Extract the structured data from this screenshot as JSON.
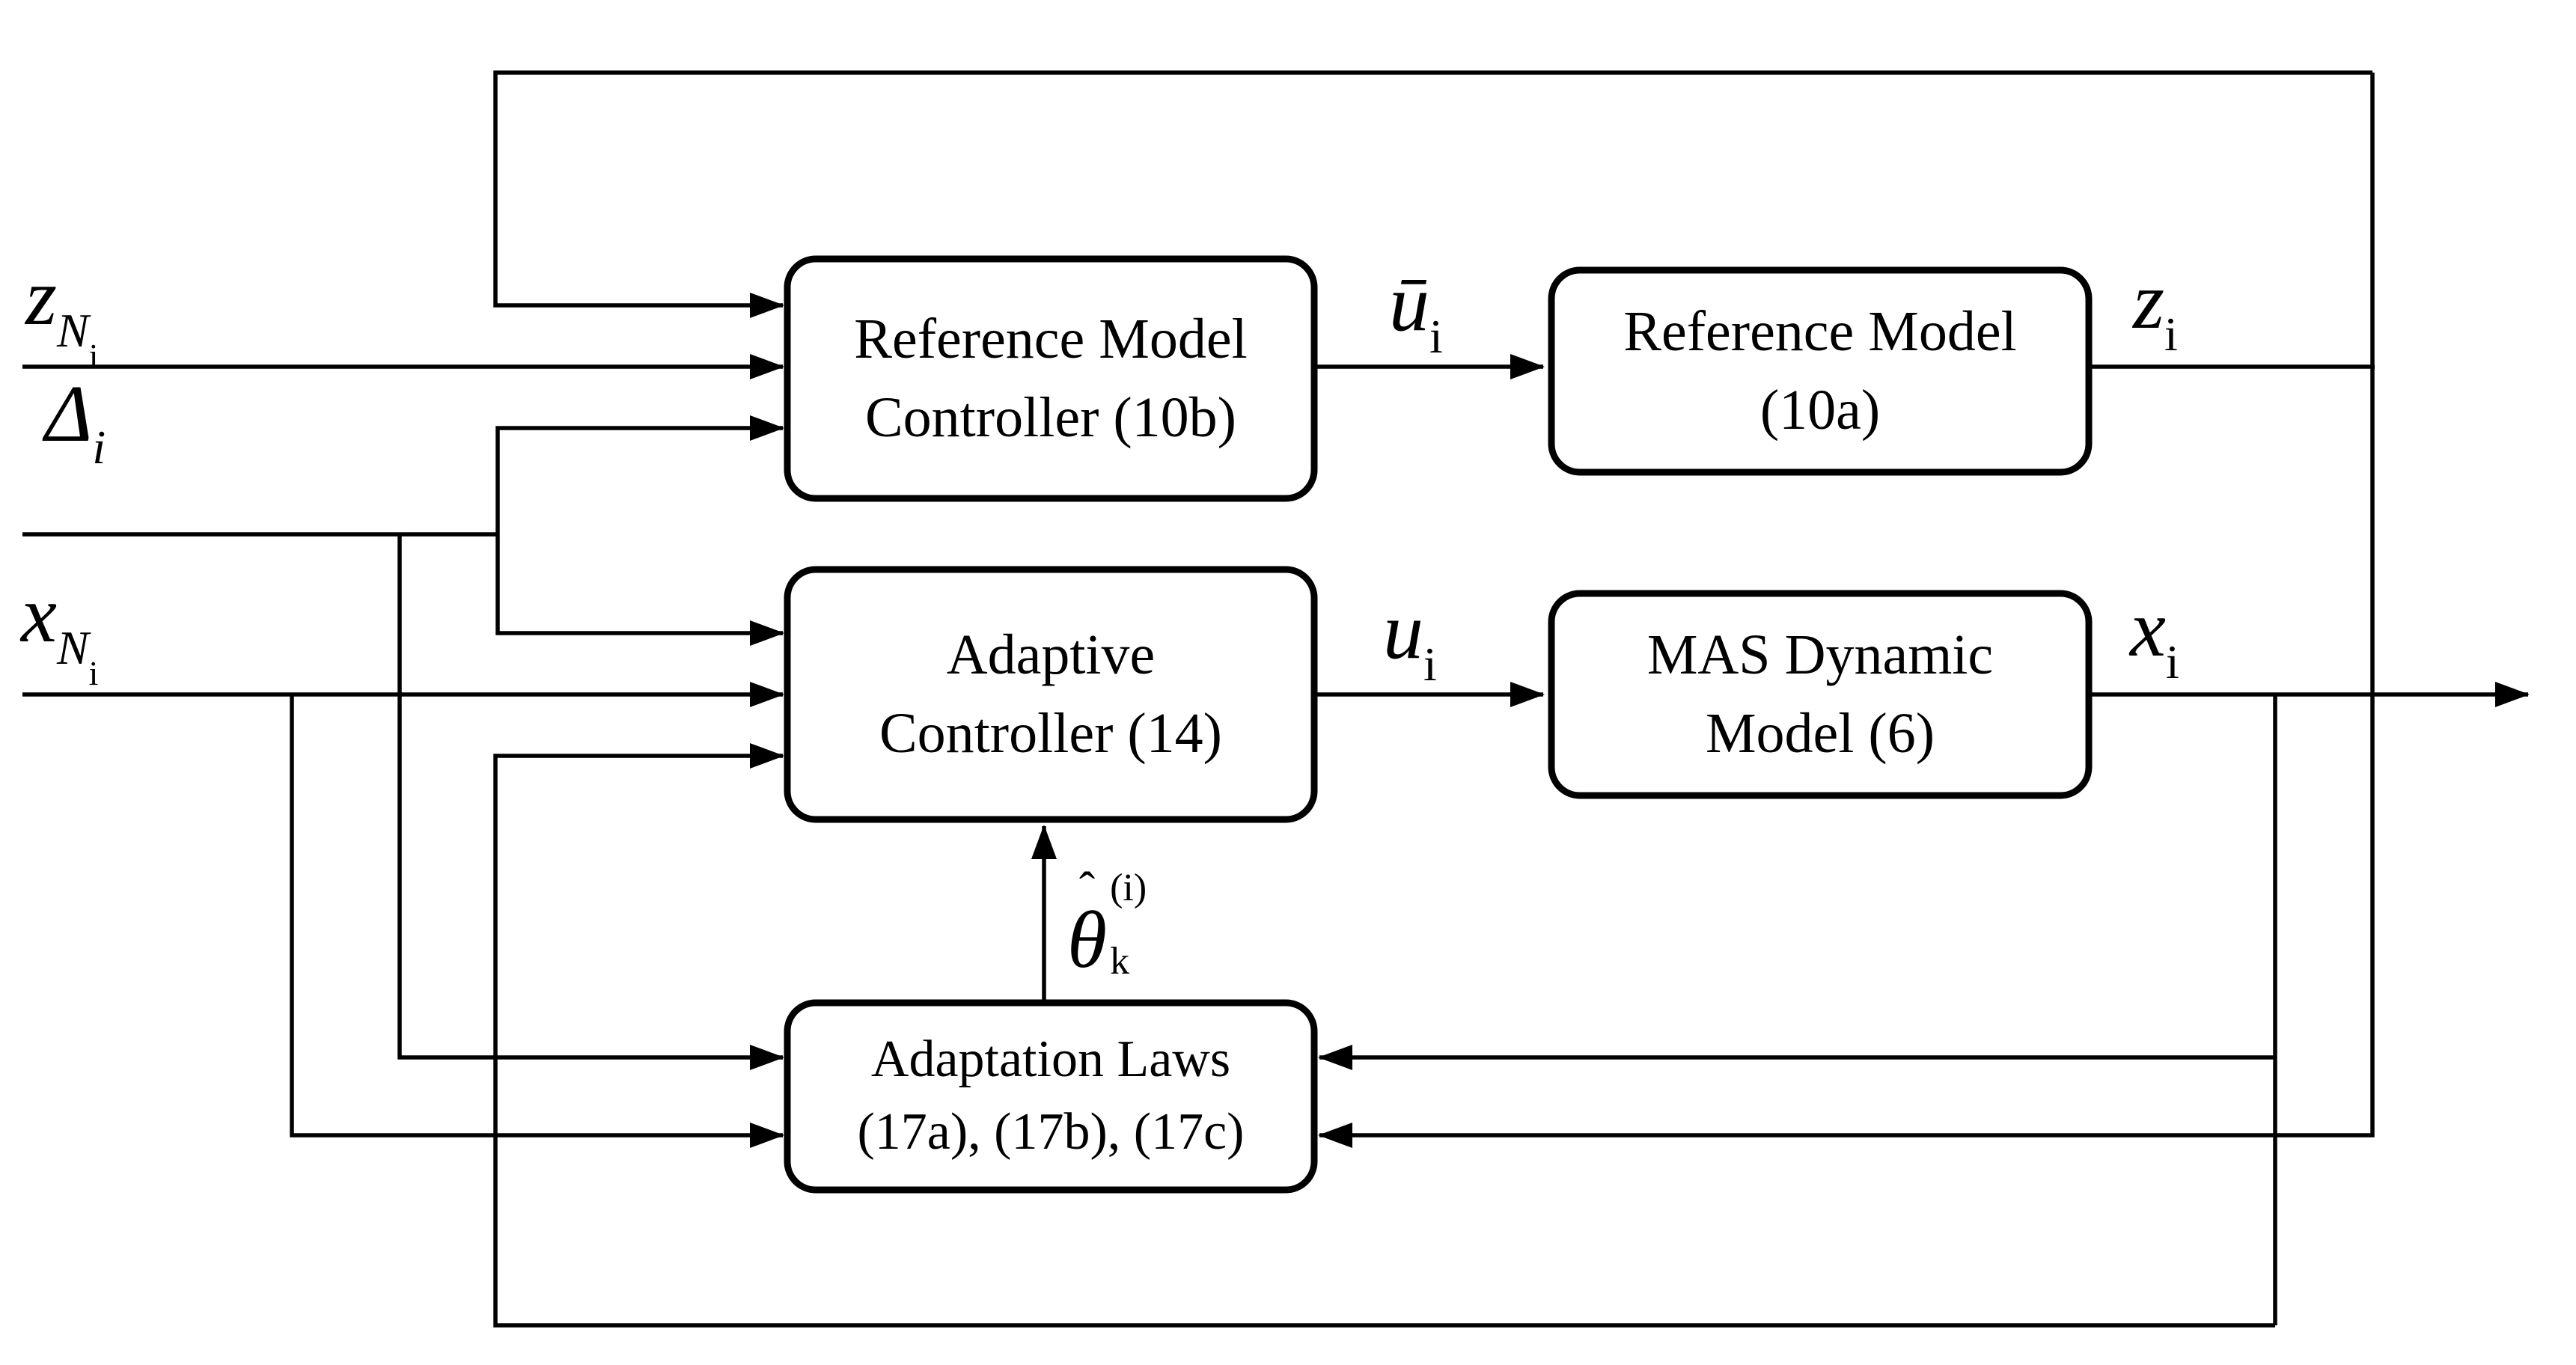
{
  "diagram": {
    "background": "#ffffff",
    "line_color": "#000000",
    "text_color": "#000000"
  },
  "boxes": {
    "reference_model_controller": {
      "line1": "Reference Model",
      "line2": "Controller (10b)"
    },
    "reference_model": {
      "line1": "Reference Model",
      "line2": "(10a)"
    },
    "adaptive_controller": {
      "line1": "Adaptive",
      "line2": "Controller (14)"
    },
    "mas_dynamic_model": {
      "line1": "MAS Dynamic",
      "line2": "Model (6)"
    },
    "adaptation_laws": {
      "line1": "Adaptation Laws",
      "line2": "(17a), (17b), (17c)"
    }
  },
  "signals": {
    "z_neighborhood": {
      "base": "z",
      "sub": "N",
      "subsub": "i"
    },
    "delta_i": {
      "base": "Δ",
      "sub": "i"
    },
    "x_neighborhood": {
      "base": "x",
      "sub": "N",
      "subsub": "i"
    },
    "u_bar_i": {
      "base": "ū",
      "sub": "i"
    },
    "z_i": {
      "base": "z",
      "sub": "i"
    },
    "u_i": {
      "base": "u",
      "sub": "i"
    },
    "x_i": {
      "base": "x",
      "sub": "i"
    },
    "theta_hat_k_i": {
      "hat": "ˆ",
      "base": "θ",
      "sup": "(i)",
      "sub": "k"
    }
  }
}
